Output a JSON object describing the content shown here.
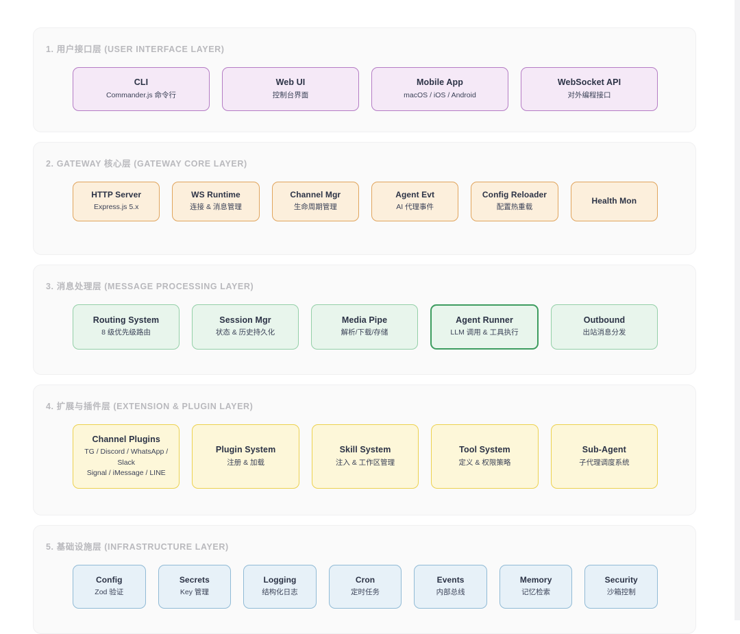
{
  "layers": [
    {
      "id": "layer-user-interface",
      "title": "1. 用户接口层 (USER INTERFACE LAYER)",
      "palette": "p-purple",
      "boxes": [
        {
          "title": "CLI",
          "sub": "Commander.js 命令行",
          "highlight": false
        },
        {
          "title": "Web UI",
          "sub": "控制台界面",
          "highlight": false
        },
        {
          "title": "Mobile App",
          "sub": "macOS / iOS / Android",
          "highlight": false
        },
        {
          "title": "WebSocket API",
          "sub": "对外编程接口",
          "highlight": false
        }
      ]
    },
    {
      "id": "layer-gateway-core",
      "title": "2. GATEWAY 核心层 (GATEWAY CORE LAYER)",
      "palette": "p-orange",
      "boxes": [
        {
          "title": "HTTP Server",
          "sub": "Express.js 5.x",
          "highlight": false
        },
        {
          "title": "WS Runtime",
          "sub": "连接 & 消息管理",
          "highlight": false
        },
        {
          "title": "Channel Mgr",
          "sub": "生命周期管理",
          "highlight": false
        },
        {
          "title": "Agent Evt",
          "sub": "AI 代理事件",
          "highlight": false
        },
        {
          "title": "Config Reloader",
          "sub": "配置热重载",
          "highlight": false
        },
        {
          "title": "Health Mon",
          "sub": "",
          "highlight": false
        }
      ]
    },
    {
      "id": "layer-message-processing",
      "title": "3. 消息处理层 (MESSAGE PROCESSING LAYER)",
      "palette": "p-green",
      "boxes": [
        {
          "title": "Routing System",
          "sub": "8 级优先级路由",
          "highlight": false
        },
        {
          "title": "Session Mgr",
          "sub": "状态 & 历史持久化",
          "highlight": false
        },
        {
          "title": "Media Pipe",
          "sub": "解析/下载/存储",
          "highlight": false
        },
        {
          "title": "Agent Runner",
          "sub": "LLM 调用 & 工具执行",
          "highlight": true
        },
        {
          "title": "Outbound",
          "sub": "出站消息分发",
          "highlight": false
        }
      ]
    },
    {
      "id": "layer-extension-plugin",
      "title": "4. 扩展与插件层 (EXTENSION & PLUGIN LAYER)",
      "palette": "p-yellow",
      "boxes": [
        {
          "title": "Channel Plugins",
          "sub": "TG / Discord / WhatsApp / Slack\nSignal / iMessage / LINE",
          "highlight": false
        },
        {
          "title": "Plugin System",
          "sub": "注册 & 加载",
          "highlight": false
        },
        {
          "title": "Skill System",
          "sub": "注入 & 工作区管理",
          "highlight": false
        },
        {
          "title": "Tool System",
          "sub": "定义 & 权限策略",
          "highlight": false
        },
        {
          "title": "Sub-Agent",
          "sub": "子代理调度系统",
          "highlight": false
        }
      ]
    },
    {
      "id": "layer-infrastructure",
      "title": "5. 基础设施层 (INFRASTRUCTURE LAYER)",
      "palette": "p-blue",
      "boxes": [
        {
          "title": "Config",
          "sub": "Zod 验证",
          "highlight": false
        },
        {
          "title": "Secrets",
          "sub": "Key 管理",
          "highlight": false
        },
        {
          "title": "Logging",
          "sub": "结构化日志",
          "highlight": false
        },
        {
          "title": "Cron",
          "sub": "定时任务",
          "highlight": false
        },
        {
          "title": "Events",
          "sub": "内部总线",
          "highlight": false
        },
        {
          "title": "Memory",
          "sub": "记忆检索",
          "highlight": false
        },
        {
          "title": "Security",
          "sub": "沙箱控制",
          "highlight": false
        }
      ]
    }
  ],
  "colors": {
    "purple_fill": "#f5e9f7",
    "purple_border": "#b47bc4",
    "orange_fill": "#fcefdc",
    "orange_border": "#e0a45c",
    "green_fill": "#e8f5ec",
    "green_border": "#93cfa7",
    "green_highlight": "#3d9c5f",
    "yellow_fill": "#fdf7d9",
    "yellow_border": "#ecd14e",
    "blue_fill": "#e7f1f8",
    "blue_border": "#90bad5",
    "layer_bg": "#fafafa",
    "title_text": "#b9b9bd",
    "box_title_text": "#2b3245"
  }
}
